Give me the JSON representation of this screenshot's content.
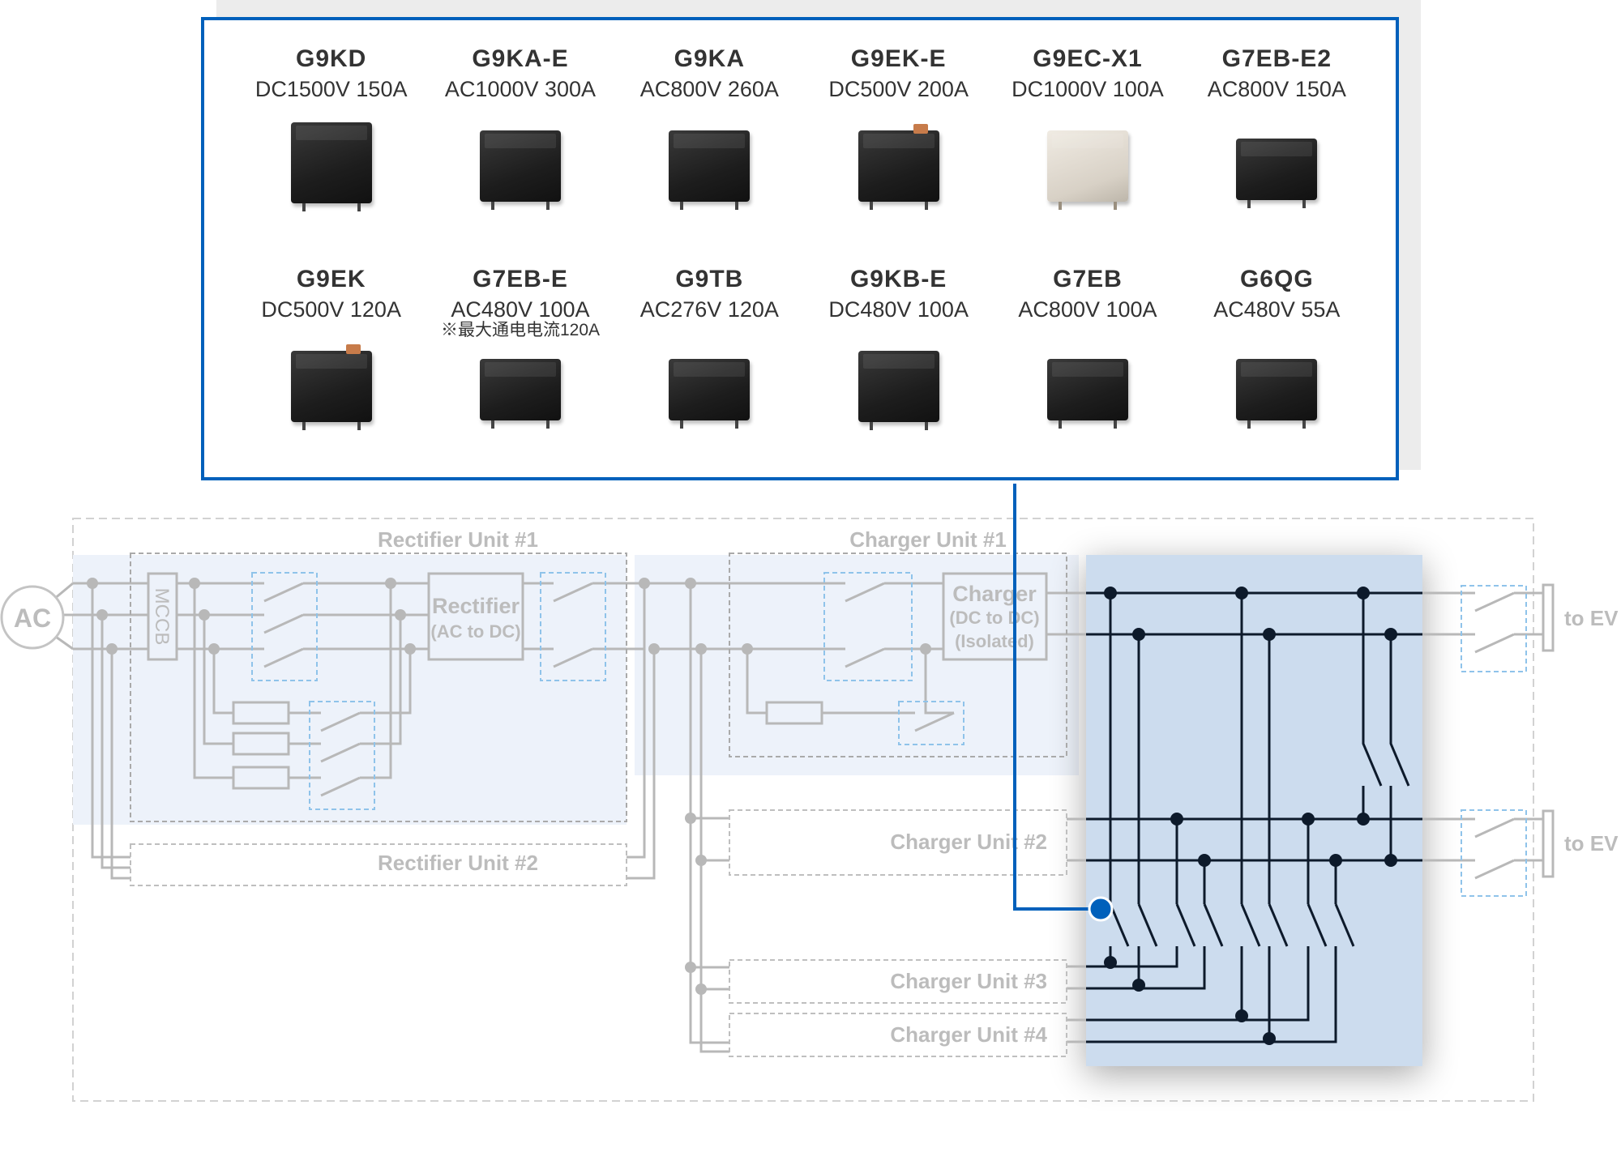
{
  "products": [
    {
      "model": "G9KD",
      "spec": "DC1500V 150A",
      "image": "relay-black-tall"
    },
    {
      "model": "G9KA-E",
      "spec": "AC1000V 300A",
      "image": "relay-black-cube"
    },
    {
      "model": "G9KA",
      "spec": "AC800V 260A",
      "image": "relay-black-cube"
    },
    {
      "model": "G9EK-E",
      "spec": "DC500V 200A",
      "image": "relay-black-copper"
    },
    {
      "model": "G9EC-X1",
      "spec": "DC1000V 100A",
      "image": "relay-beige"
    },
    {
      "model": "G7EB-E2",
      "spec": "AC800V 150A",
      "image": "relay-black-flat"
    },
    {
      "model": "G9EK",
      "spec": "DC500V 120A",
      "image": "relay-black-copper"
    },
    {
      "model": "G7EB-E",
      "spec": "AC480V 100A",
      "note": "※最大通电电流120A",
      "image": "relay-black-flat"
    },
    {
      "model": "G9TB",
      "spec": "AC276V 120A",
      "image": "relay-black-flat"
    },
    {
      "model": "G9KB-E",
      "spec": "DC480V 100A",
      "image": "relay-black-cube"
    },
    {
      "model": "G7EB",
      "spec": "AC800V 100A",
      "image": "relay-black-flat"
    },
    {
      "model": "G6QG",
      "spec": "AC480V 55A",
      "image": "relay-black-flat"
    }
  ],
  "diagram": {
    "source_label": "AC",
    "mccb_label": "MCCB",
    "rectifier_label": "Rectifier",
    "rectifier_sub": "(AC to DC)",
    "charger_label": "Charger",
    "charger_sub1": "(DC to DC)",
    "charger_sub2": "(Isolated)",
    "rectifier_unit_1": "Rectifier Unit #1",
    "rectifier_unit_2": "Rectifier Unit #2",
    "charger_unit_1": "Charger Unit #1",
    "charger_unit_2": "Charger Unit #2",
    "charger_unit_3": "Charger Unit #3",
    "charger_unit_4": "Charger Unit #4",
    "output_1": "to EV",
    "output_2": "to EV"
  },
  "colors": {
    "accent": "#0060bb",
    "matrix_bg": "#ccdcee",
    "band_bg": "#edf2fa",
    "bus": "#0d1a2b",
    "wire_gray": "#b8b8b8",
    "relay_dash": "#8fc3ea"
  }
}
